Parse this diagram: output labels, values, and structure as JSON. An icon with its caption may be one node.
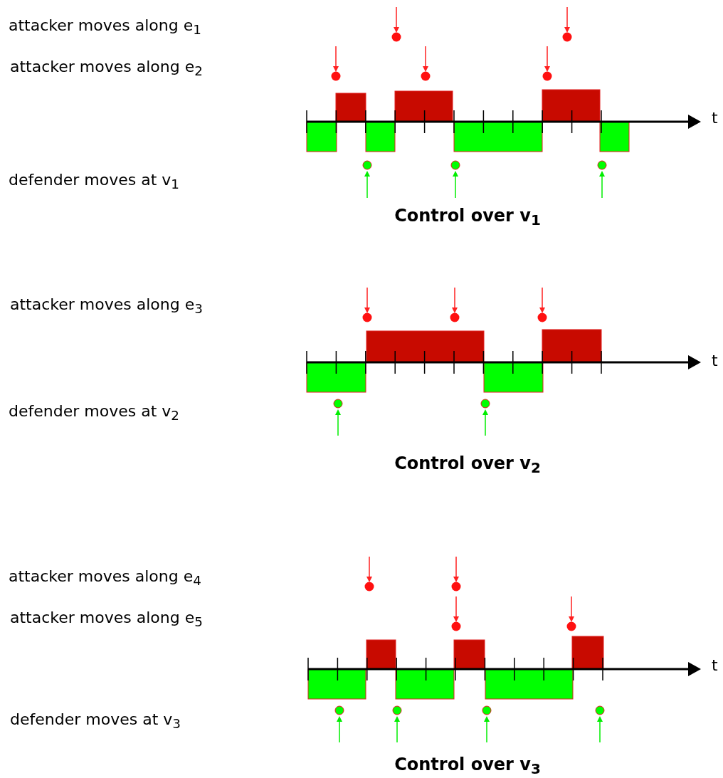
{
  "diagram": {
    "labels": [
      "attacker moves along e$_{1}$",
      "attacker moves along e$_{2}$",
      "t",
      "defender moves at v$_{1}$",
      "Control over v$_{1}$",
      "attacker moves along e$_{3}$",
      "t",
      "defender moves at v$_{2}$",
      "Control over v$_{2}$",
      "attacker moves along e$_{4}$",
      "attacker moves along e$_{5}$",
      "t",
      "defender moves at v$_{3}$",
      "Control over v$_{3}$"
    ]
  }
}
